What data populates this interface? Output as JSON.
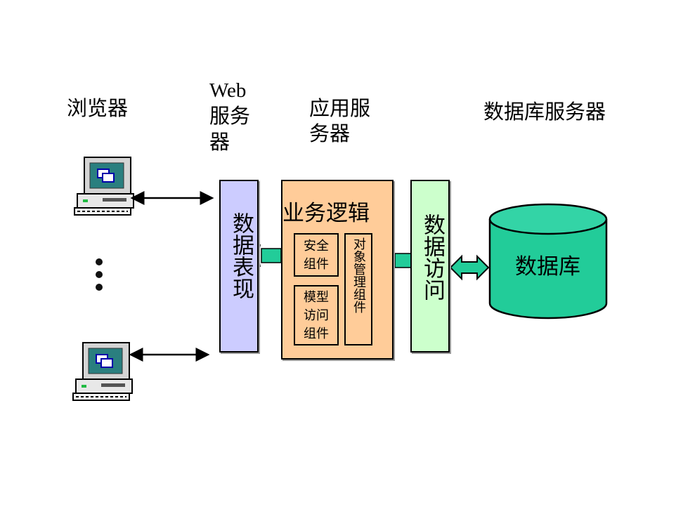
{
  "labels": {
    "browser": "浏览器",
    "web_server_line1": "Web",
    "web_server_line2": "服务",
    "web_server_line3": "器",
    "app_server_line1": "应用服",
    "app_server_line2": "务器",
    "db_server": "数据库服务器"
  },
  "tiers": {
    "presentation": {
      "label": "数据表现",
      "color": "#ccccff"
    },
    "business": {
      "label": "业务逻辑",
      "color": "#ffcc99",
      "components": [
        {
          "label_line1": "安全",
          "label_line2": "组件"
        },
        {
          "label_line1": "模型",
          "label_line2": "访问",
          "label_line3": "组件"
        },
        {
          "label": "对象管理组件"
        }
      ]
    },
    "data_access": {
      "label": "数据访问",
      "color": "#ccffcc"
    },
    "database": {
      "label": "数据库",
      "color": "#22cc99"
    }
  },
  "connector_color": "#22cc99",
  "ellipsis": "⋮"
}
